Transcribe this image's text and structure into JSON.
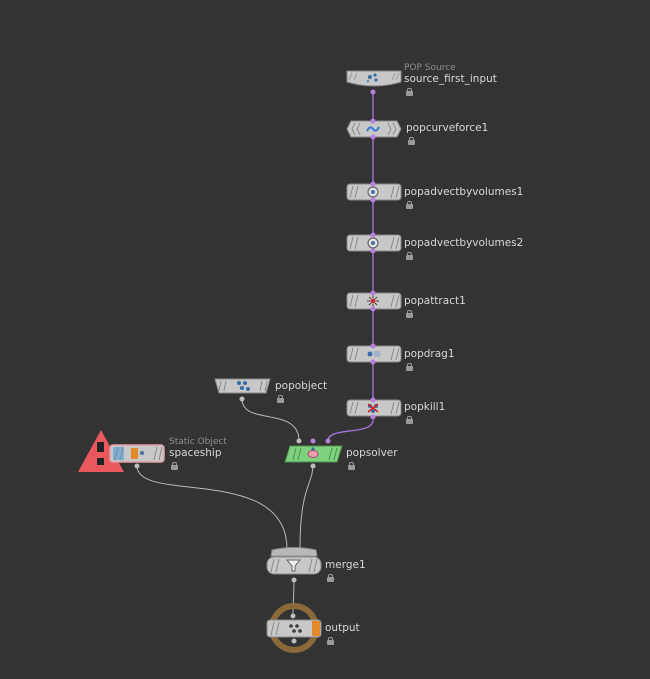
{
  "network": {
    "nodes": {
      "source_first_input": {
        "label": "source_first_input",
        "subtitle": "POP Source"
      },
      "popcurveforce1": {
        "label": "popcurveforce1"
      },
      "popadvectbyvolumes1": {
        "label": "popadvectbyvolumes1"
      },
      "popadvectbyvolumes2": {
        "label": "popadvectbyvolumes2"
      },
      "popattract1": {
        "label": "popattract1"
      },
      "popdrag1": {
        "label": "popdrag1"
      },
      "popkill1": {
        "label": "popkill1"
      },
      "popobject": {
        "label": "popobject"
      },
      "popsolver": {
        "label": "popsolver"
      },
      "spaceship": {
        "label": "spaceship",
        "subtitle": "Static Object"
      },
      "merge1": {
        "label": "merge1"
      },
      "output": {
        "label": "output"
      }
    },
    "colors": {
      "background": "#333333",
      "node_body": "#c8c8c8",
      "pop_wire": "#a072d8",
      "dop_wire": "#bdbdbd",
      "popsolver": "#7fd07f",
      "warning": "#e8585c",
      "output_ring": "#8a6a3a",
      "display_flag": "#e08a2a"
    },
    "icons": {
      "warning": "warning-triangle-icon",
      "lock": "lock-icon",
      "merge": "funnel-icon"
    }
  }
}
